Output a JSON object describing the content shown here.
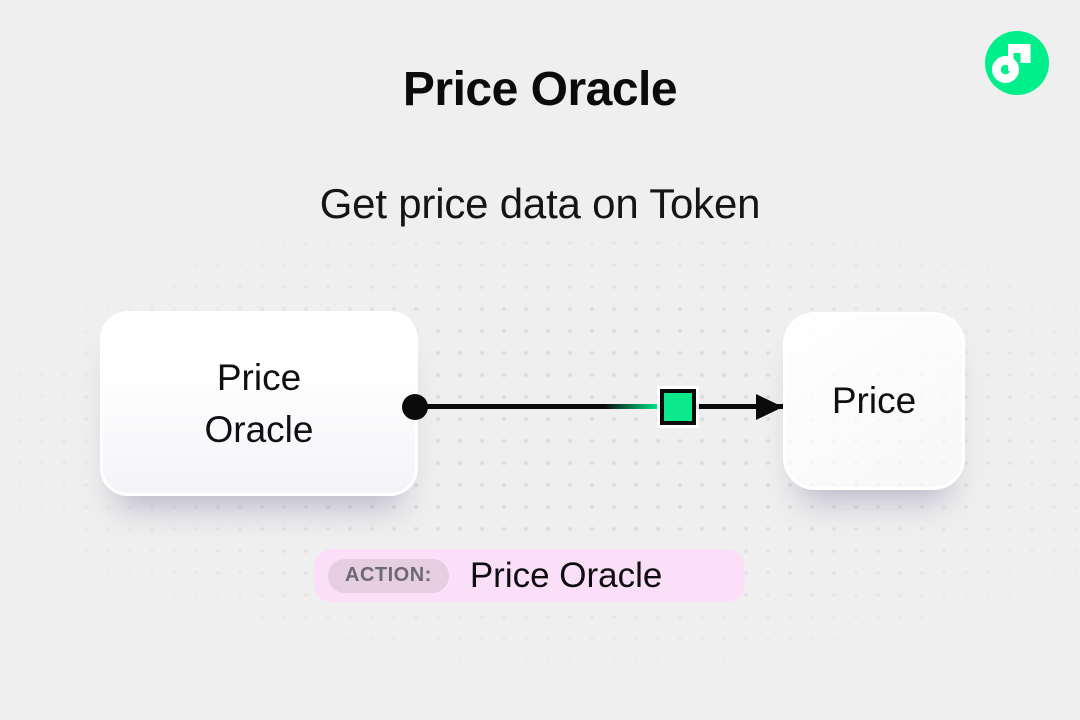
{
  "page": {
    "title": "Price Oracle",
    "subtitle": "Get price data on Token"
  },
  "brand": {
    "logo_icon": "flow-logo",
    "logo_color": "#00EF8B"
  },
  "diagram": {
    "source_node": {
      "label": "Price Oracle"
    },
    "target_node": {
      "label": "Price"
    },
    "edge": {
      "start_marker": "filled-dot",
      "mid_marker": "green-square",
      "end_marker": "arrowhead",
      "marker_color": "#0CE98C"
    }
  },
  "action_badge": {
    "prefix": "ACTION:",
    "label": "Price Oracle"
  },
  "colors": {
    "background": "#EFEFEF",
    "dot_grid": "#DDDCDF",
    "text": "#0B0B0C",
    "accent_green": "#00EF8B",
    "badge_background": "#FBDFF8",
    "badge_tag_background": "#E5CEE2",
    "badge_tag_text": "#6E6876"
  }
}
